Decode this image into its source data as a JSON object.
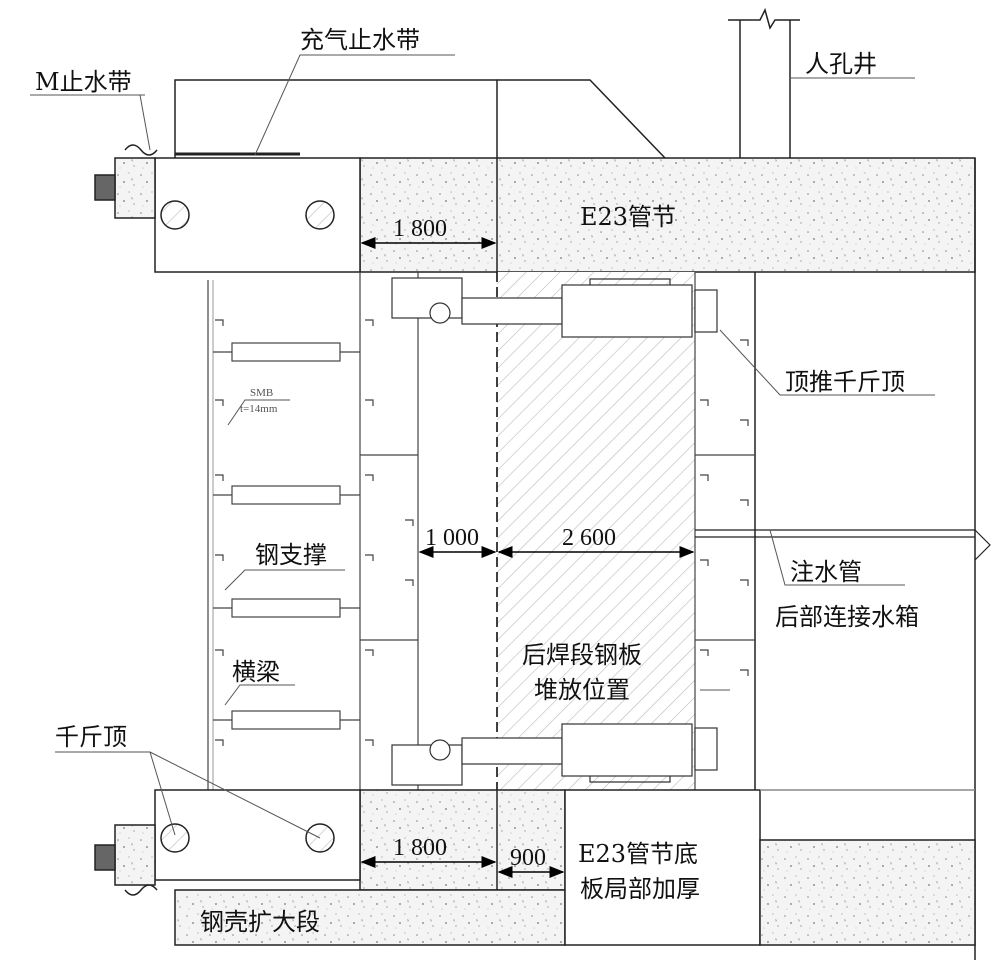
{
  "labels": {
    "inflatable_waterstop": "充气止水带",
    "m_waterstop": "M止水带",
    "manhole": "人孔井",
    "segment_e23": "E23管节",
    "jacking_jack": "顶推千斤顶",
    "injection_pipe": "注水管",
    "rear_tank": "后部连接水箱",
    "steel_strut": "钢支撑",
    "cross_beam": "横梁",
    "jack": "千斤顶",
    "steel_plate_area_line1": "后焊段钢板",
    "steel_plate_area_line2": "堆放位置",
    "e23_bottom_line1": "E23管节底",
    "e23_bottom_line2": "板局部加厚",
    "shell_enlarged": "钢壳扩大段",
    "smb": "SMB",
    "thickness": "t=14mm"
  },
  "dimensions": {
    "top_1800": "1 800",
    "mid_1000": "1 000",
    "mid_2600": "2 600",
    "bottom_1800": "1 800",
    "bottom_900": "900"
  }
}
